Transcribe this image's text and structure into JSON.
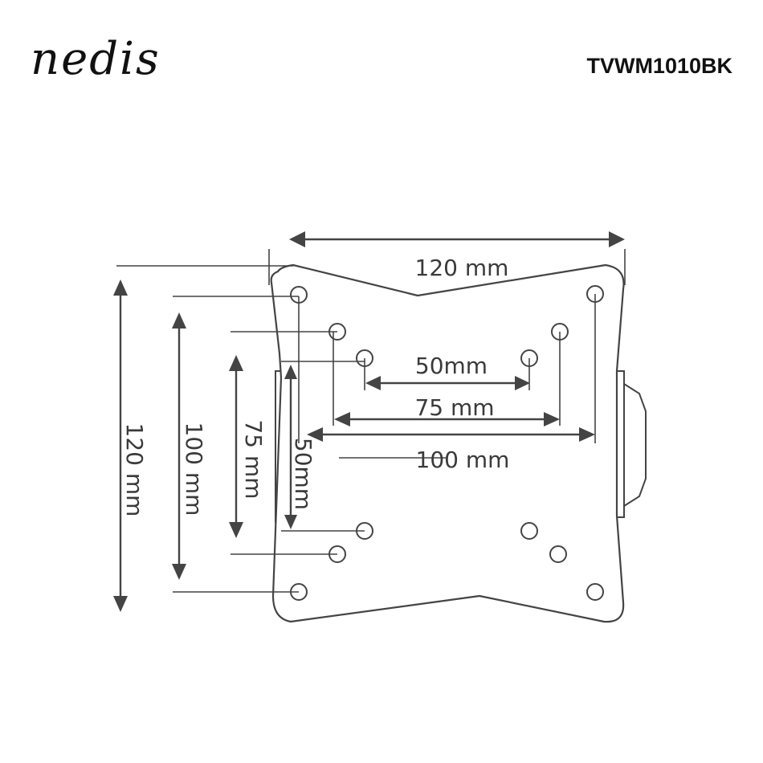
{
  "brand": {
    "logo_text": "nedis"
  },
  "product": {
    "model": "TVWM1010BK"
  },
  "dimensions": {
    "top_width": "120 mm",
    "inner_50": "50mm",
    "inner_75": "75 mm",
    "inner_100": "100 mm",
    "side_120": "120 mm",
    "side_100": "100 mm",
    "side_75": "75 mm",
    "side_50": "50mm"
  },
  "colors": {
    "line": "#444444",
    "text": "#3a3a3a",
    "background": "#ffffff"
  }
}
